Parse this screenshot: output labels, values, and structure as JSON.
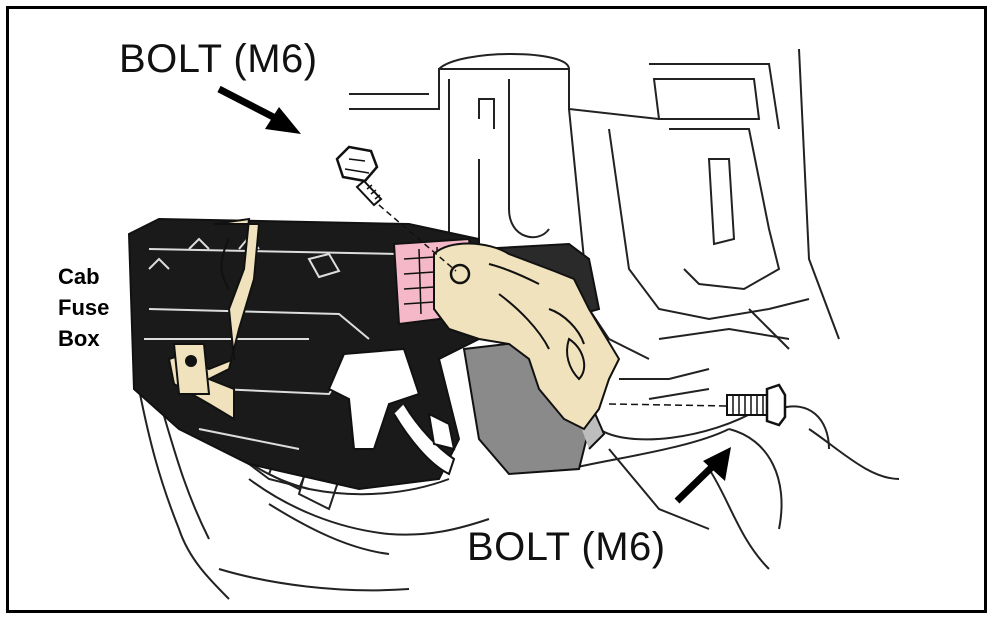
{
  "labels": {
    "bolt_top": "BOLT (M6)",
    "bolt_bottom": "BOLT (M6)",
    "fuse_box_lines": [
      "Cab",
      "Fuse",
      "Box"
    ]
  },
  "colors": {
    "fuse_box_body": "#1a1a1a",
    "bracket": "#efe2bd",
    "connector_pink": "#f4b8c8",
    "relay_block": "#8a8a8a",
    "outline": "#111111"
  }
}
